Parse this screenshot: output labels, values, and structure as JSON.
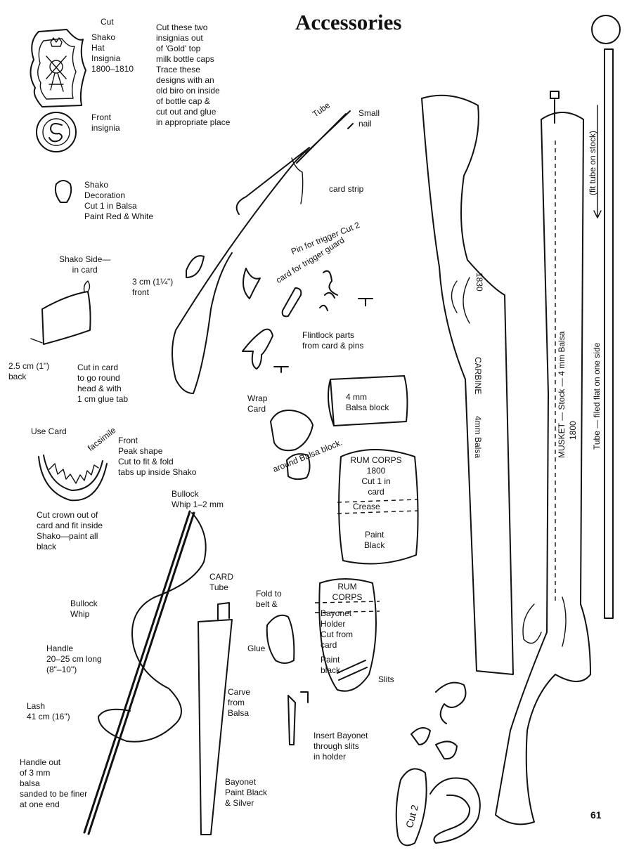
{
  "title": "Accessories",
  "page_number": "61",
  "labels": {
    "cut": "Cut",
    "shako_hat_insignia": "Shako\nHat\nInsignia\n1800–1810",
    "cut_instructions": "Cut these two\ninsignias out\nof 'Gold' top\nmilk bottle caps\nTrace these\ndesigns with an\nold biro on inside\nof bottle cap &\ncut out and glue\nin appropriate place",
    "front_insignia": "Front\ninsignia",
    "shako_decoration": "Shako\nDecoration\nCut 1 in Balsa\nPaint Red & White",
    "shako_side": "Shako Side—\nin card",
    "front_3cm": "3 cm (1¼\")\nfront",
    "back_25cm": "2.5 cm (1\")\nback",
    "cut_in_card": "Cut in card\nto go round\nhead & with\n1 cm glue tab",
    "use_card": "Use Card",
    "facsimile": "facsimile",
    "front_peak": "Front\nPeak shape\nCut to fit & fold\ntabs up inside Shako",
    "cut_crown": "Cut crown out of\ncard and fit inside\nShako—paint all\nblack",
    "tube": "Tube",
    "small_nail": "Small\nnail",
    "card_strip": "card strip",
    "pin_trigger": "Pin for trigger  Cut 2",
    "card_trigger_guard": "card for trigger guard",
    "flintlock_parts": "Flintlock parts\nfrom card & pins",
    "wrap_card": "Wrap\nCard",
    "around_balsa": "around Balsa block.",
    "balsa_block": "4 mm\nBalsa block",
    "rum_corps_1800": "RUM CORPS\n1800\nCut 1 in\ncard",
    "crease": "Crease",
    "paint_black": "Paint\nBlack",
    "bullock_whip_top": "Bullock\nWhip 1–2 mm",
    "bullock_whip": "Bullock\nWhip",
    "handle": "Handle\n20–25 cm long\n(8\"–10\")",
    "lash": "Lash\n41 cm (16\")",
    "handle_out": "Handle out\nof 3 mm\nbalsa\nsanded to be finer\nat one end",
    "card_tube": "CARD\nTube",
    "carve_balsa": "Carve\nfrom\nBalsa",
    "bayonet": "Bayonet\nPaint Black\n& Silver",
    "fold_belt": "Fold to\nbelt &",
    "glue": "Glue",
    "rum_corps_holder_title": "RUM\nCORPS",
    "bayonet_holder": "Bayonet\nHolder\nCut from\ncard",
    "paint_black_small": "Paint\nblack",
    "slits": "Slits",
    "insert_bayonet": "Insert Bayonet\nthrough slits\nin holder",
    "carbine_year": "1830",
    "carbine": "CARBINE",
    "carbine_balsa": "4mm Balsa",
    "musket": "MUSKET — Stock — 4 mm Balsa",
    "musket_year": "1800",
    "tube_filed": "Tube — filed flat on one side",
    "fit_tube": "(fit tube on stock)",
    "cut2": "Cut 2"
  }
}
